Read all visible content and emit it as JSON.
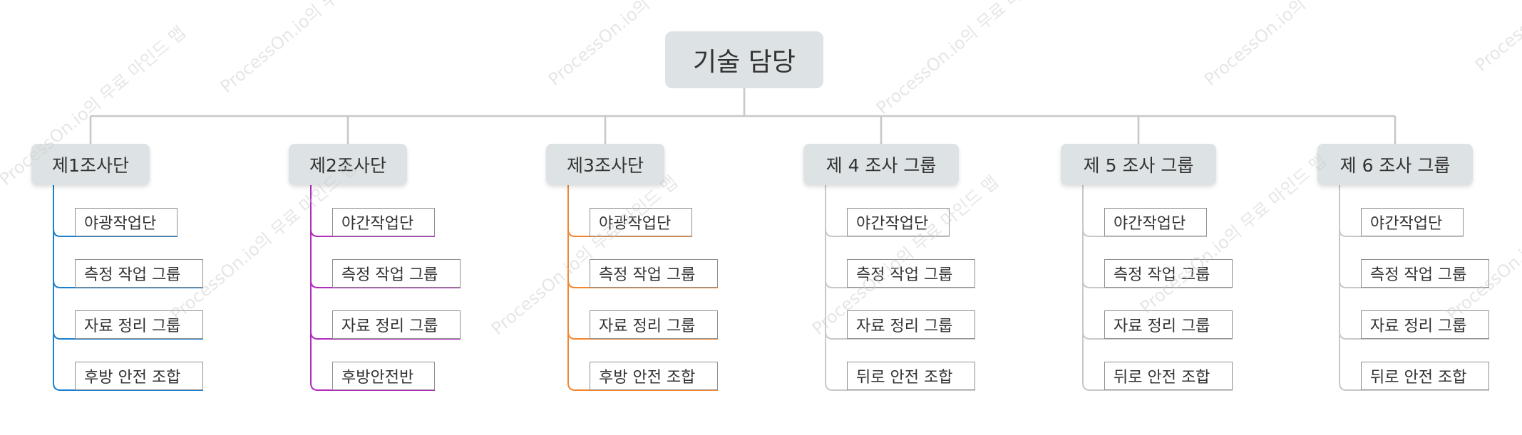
{
  "root": {
    "label": "기술 담당"
  },
  "watermark_text": "ProcessOn.io의 무료 마인드 맵",
  "colors": {
    "blue": "#1a7fd0",
    "purple": "#b12bbd",
    "orange": "#f2852e",
    "gray": "#c8c8c8",
    "node_bg": "#dde3e4"
  },
  "teams": [
    {
      "label": "제1조사단",
      "color": "blue",
      "items": [
        "야광작업단",
        "측정 작업 그룹",
        "자료 정리 그룹",
        "후방 안전 조합"
      ]
    },
    {
      "label": "제2조사단",
      "color": "purple",
      "items": [
        "야간작업단",
        "측정 작업 그룹",
        "자료 정리 그룹",
        "후방안전반"
      ]
    },
    {
      "label": "제3조사단",
      "color": "orange",
      "items": [
        "야광작업단",
        "측정 작업 그룹",
        "자료 정리 그룹",
        "후방 안전 조합"
      ]
    },
    {
      "label": "제 4 조사 그룹",
      "color": "gray",
      "items": [
        "야간작업단",
        "측정 작업 그룹",
        "자료 정리 그룹",
        "뒤로 안전 조합"
      ]
    },
    {
      "label": "제 5 조사 그룹",
      "color": "gray",
      "items": [
        "야간작업단",
        "측정 작업 그룹",
        "자료 정리 그룹",
        "뒤로 안전 조합"
      ]
    },
    {
      "label": "제 6 조사 그룹",
      "color": "gray",
      "items": [
        "야간작업단",
        "측정 작업 그룹",
        "자료 정리 그룹",
        "뒤로 안전 조합"
      ]
    }
  ]
}
